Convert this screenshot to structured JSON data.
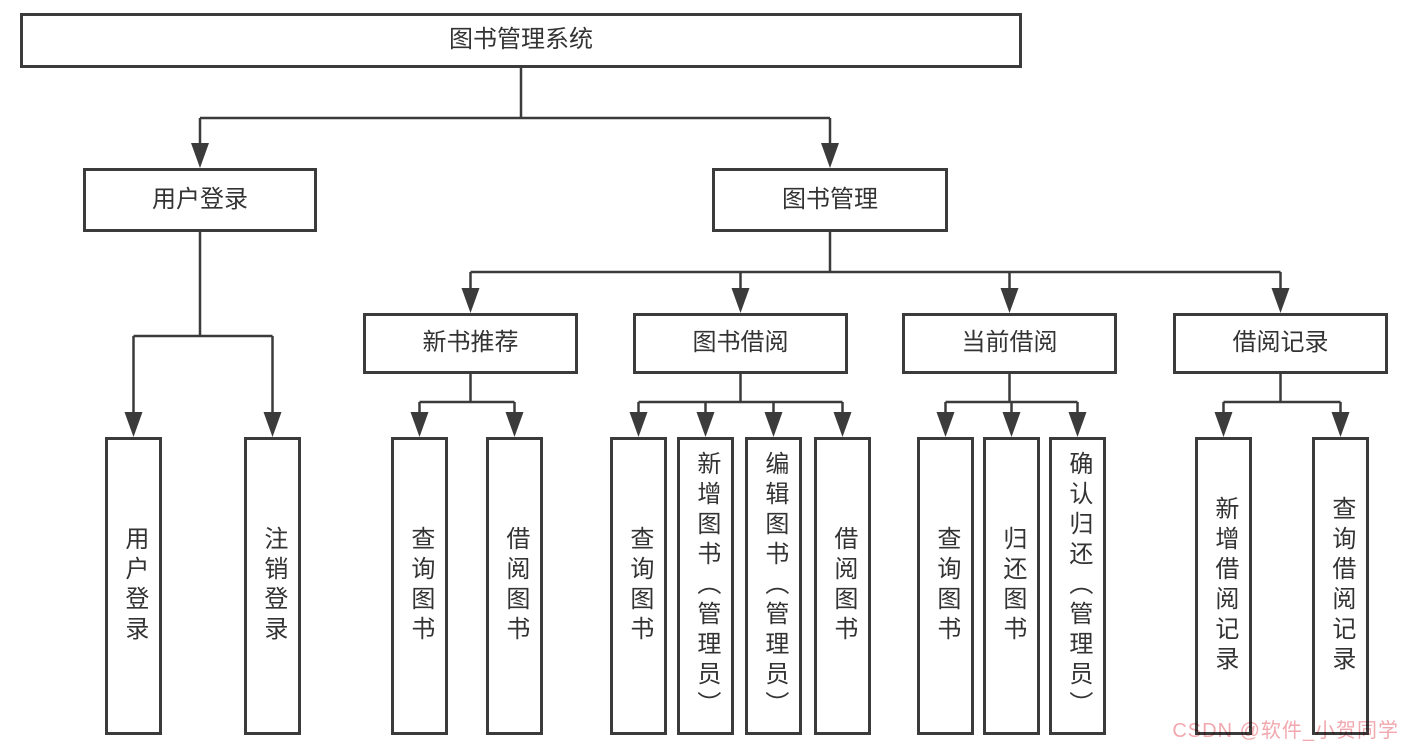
{
  "diagram": {
    "title": "图书管理系统",
    "nodes": {
      "root": {
        "label": "图书管理系统"
      },
      "user_login": {
        "label": "用户登录"
      },
      "book_mgmt": {
        "label": "图书管理"
      },
      "new_book_recommend": {
        "label": "新书推荐"
      },
      "book_borrow": {
        "label": "图书借阅"
      },
      "current_borrow": {
        "label": "当前借阅"
      },
      "borrow_record": {
        "label": "借阅记录"
      },
      "leaf_user_login": {
        "label": "用户登录"
      },
      "leaf_logout": {
        "label": "注销登录"
      },
      "leaf_query_book_recommend": {
        "label": "查询图书"
      },
      "leaf_borrow_book_recommend": {
        "label": "借阅图书"
      },
      "leaf_query_book_borrow": {
        "label": "查询图书"
      },
      "leaf_add_book_admin": {
        "label": "新增图书（管理员）"
      },
      "leaf_edit_book_admin": {
        "label": "编辑图书（管理员）"
      },
      "leaf_borrow_book": {
        "label": "借阅图书"
      },
      "leaf_query_book_current": {
        "label": "查询图书"
      },
      "leaf_return_book": {
        "label": "归还图书"
      },
      "leaf_confirm_return_admin": {
        "label": "确认归还（管理员）"
      },
      "leaf_add_borrow_record": {
        "label": "新增借阅记录"
      },
      "leaf_query_borrow_record": {
        "label": "查询借阅记录"
      }
    },
    "tree": {
      "root": [
        "user_login",
        "book_mgmt"
      ],
      "user_login": [
        "leaf_user_login",
        "leaf_logout"
      ],
      "book_mgmt": [
        "new_book_recommend",
        "book_borrow",
        "current_borrow",
        "borrow_record"
      ],
      "new_book_recommend": [
        "leaf_query_book_recommend",
        "leaf_borrow_book_recommend"
      ],
      "book_borrow": [
        "leaf_query_book_borrow",
        "leaf_add_book_admin",
        "leaf_edit_book_admin",
        "leaf_borrow_book"
      ],
      "current_borrow": [
        "leaf_query_book_current",
        "leaf_return_book",
        "leaf_confirm_return_admin"
      ],
      "borrow_record": [
        "leaf_add_borrow_record",
        "leaf_query_borrow_record"
      ]
    },
    "colors": {
      "line": "#3b3b3b",
      "text": "#333333",
      "box_bg": "#ffffff",
      "watermark": "#f1a8ae"
    },
    "watermark": "CSDN @软件_小贺同学"
  }
}
